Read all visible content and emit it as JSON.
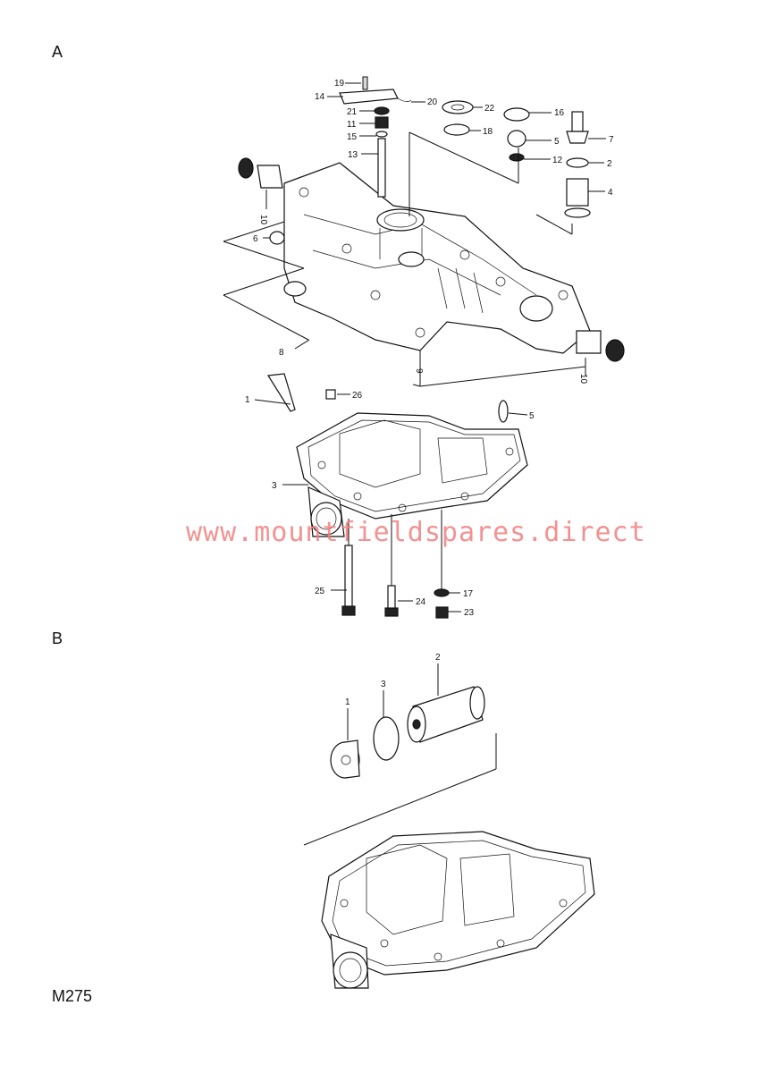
{
  "sections": {
    "a": "A",
    "b": "B"
  },
  "watermark": "www.mountfieldspares.direct",
  "figure_code": "M275",
  "callouts_a": [
    "19",
    "14",
    "20",
    "21",
    "11",
    "15",
    "13",
    "22",
    "18",
    "16",
    "5",
    "7",
    "12",
    "2",
    "4",
    "10",
    "6",
    "8",
    "9",
    "10",
    "1",
    "26",
    "5",
    "3",
    "25",
    "24",
    "17",
    "23"
  ],
  "callouts_b": [
    "1",
    "3",
    "2"
  ]
}
